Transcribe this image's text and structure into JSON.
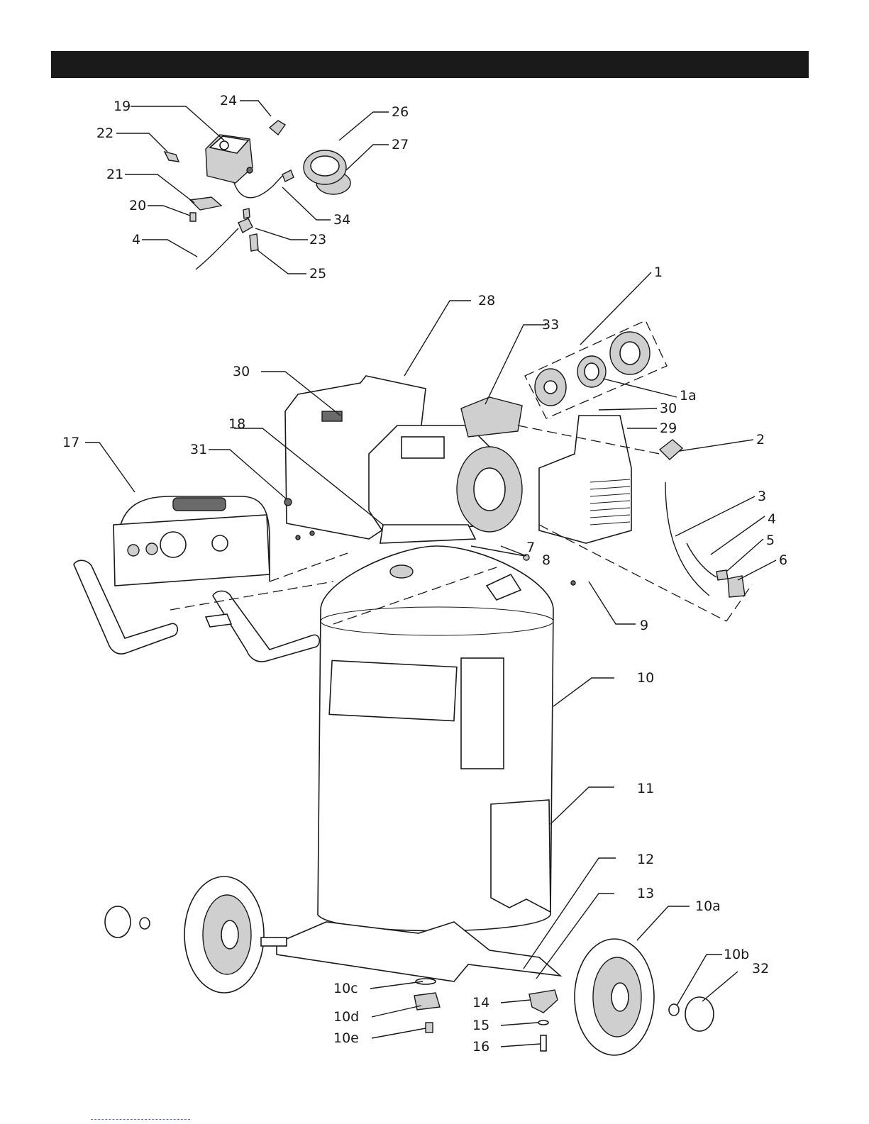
{
  "diagram": {
    "labels": [
      "1",
      "1a",
      "2",
      "3",
      "4",
      "5",
      "6",
      "7",
      "8",
      "9",
      "10",
      "10a",
      "10b",
      "10c",
      "10d",
      "10e",
      "11",
      "12",
      "13",
      "14",
      "15",
      "16",
      "17",
      "18",
      "19",
      "20",
      "21",
      "22",
      "23",
      "24",
      "25",
      "26",
      "27",
      "28",
      "29",
      "30",
      "31",
      "32",
      "33",
      "34"
    ]
  }
}
